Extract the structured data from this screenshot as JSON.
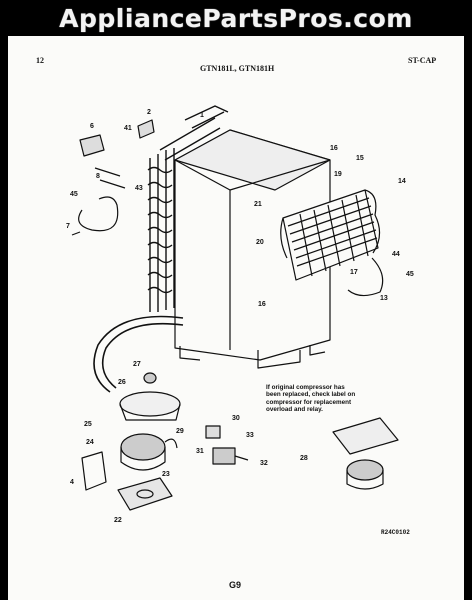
{
  "watermark": "AppliancePartsPros.com",
  "header": {
    "page_num": "12",
    "models": "GTN181L, GTN181H",
    "section": "ST-CAP"
  },
  "callouts": [
    "1",
    "2",
    "41",
    "6",
    "43",
    "45",
    "7",
    "8",
    "15",
    "16",
    "19",
    "14",
    "21",
    "20",
    "17",
    "16",
    "44",
    "45",
    "13",
    "27",
    "26",
    "25",
    "24",
    "29",
    "30",
    "31",
    "33",
    "32",
    "23",
    "4",
    "22",
    "28"
  ],
  "note": {
    "line1": "If original compressor has",
    "line2": "been replaced, check label on",
    "line3": "compressor for replacement",
    "line4": "overload and relay."
  },
  "diagram_code": "R24C0102",
  "page_footer": "G9",
  "colors": {
    "frame": "#000000",
    "paper": "#fbfbf9",
    "ink": "#111111"
  }
}
